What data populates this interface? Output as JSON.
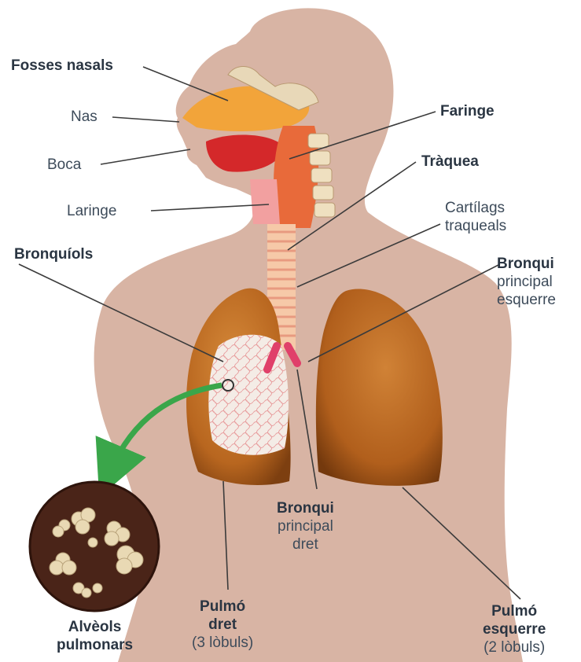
{
  "labels": {
    "fosses_nasals": "Fosses nasals",
    "nas": "Nas",
    "boca": "Boca",
    "laringe": "Laringe",
    "faringe": "Faringe",
    "traquea": "Tràquea",
    "cartilags_1": "Cartílags",
    "cartilags_2": "traqueals",
    "bronquiols": "Bronquíols",
    "bronqui_esq_1": "Bronqui",
    "bronqui_esq_2": "principal",
    "bronqui_esq_3": "esquerre",
    "bronqui_dret_1": "Bronqui",
    "bronqui_dret_2": "principal",
    "bronqui_dret_3": "dret",
    "alveols_1": "Alvèols",
    "alveols_2": "pulmonars",
    "pulmo_dret_1": "Pulmó",
    "pulmo_dret_2": "dret",
    "pulmo_dret_3": "(3 lòbuls)",
    "pulmo_esq_1": "Pulmó",
    "pulmo_esq_2": "esquerre",
    "pulmo_esq_3": "(2 lòbuls)"
  },
  "colors": {
    "body": "#d8b4a4",
    "lung": "#c9792a",
    "lung_dark": "#8a4812",
    "nasal": "#f2a43a",
    "throat": "#e86a3a",
    "trachea": "#f6c9a8",
    "leader_line": "#3b3b3b",
    "arrow": "#3aa64a",
    "alveoli_bg": "#4a2418",
    "alveoli": "#e9d9b4"
  }
}
